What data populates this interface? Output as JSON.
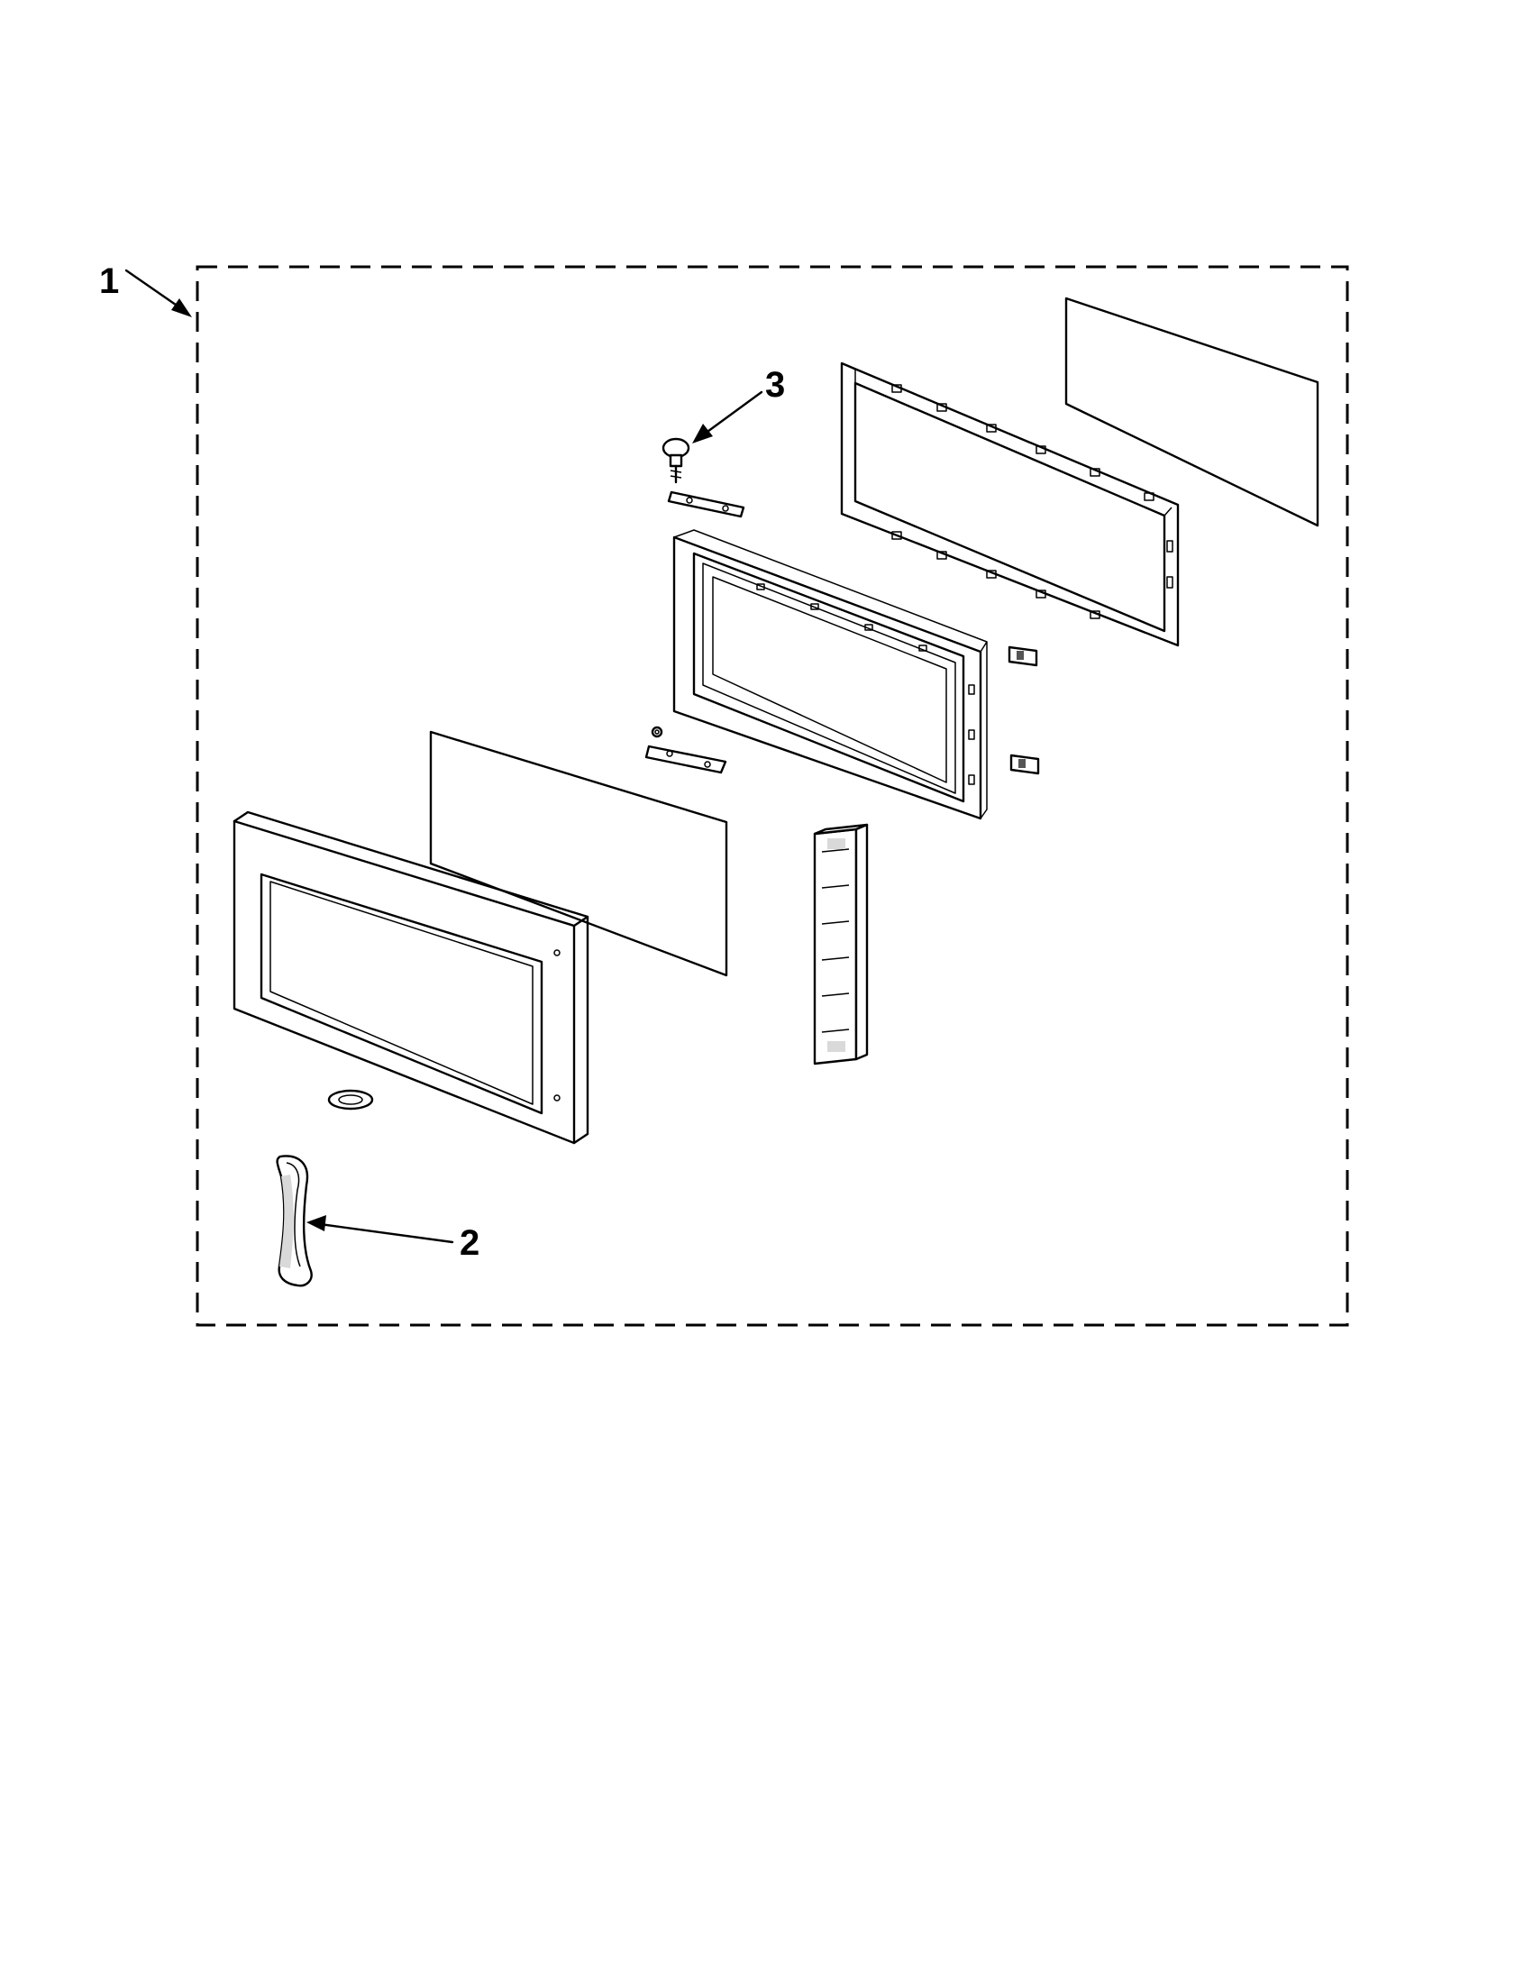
{
  "callouts": [
    {
      "id": "kit",
      "label": "1"
    },
    {
      "id": "handle",
      "label": "2"
    },
    {
      "id": "screw",
      "label": "3"
    }
  ],
  "colors": {
    "line": "#000000",
    "background": "#ffffff",
    "shade": "#d9d9d9"
  }
}
